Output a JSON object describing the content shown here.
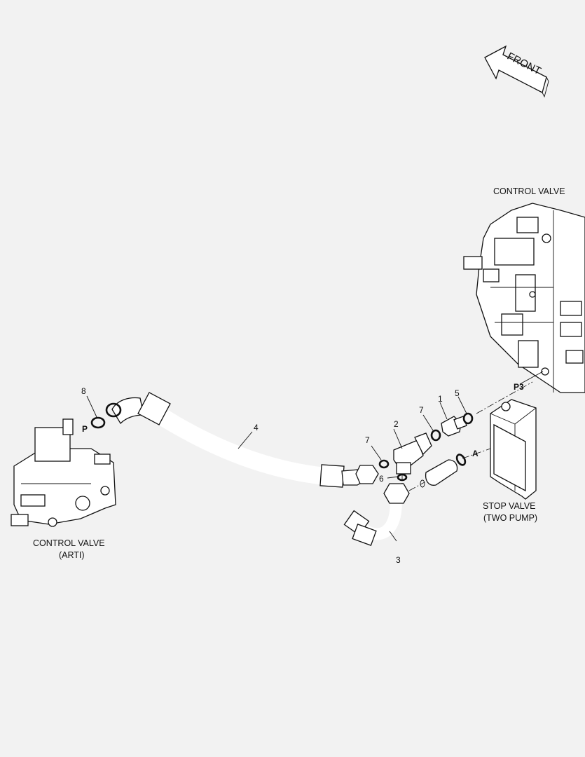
{
  "direction_label": "FRONT",
  "assemblies": {
    "main_valve": "CONTROL VALVE",
    "arti_valve_line1": "CONTROL VALVE",
    "arti_valve_line2": "(ARTI)",
    "stop_valve_line1": "STOP VALVE",
    "stop_valve_line2": "(TWO PUMP)"
  },
  "ports": {
    "p": "P",
    "p3": "P3",
    "a": "A"
  },
  "callouts": [
    "1",
    "2",
    "3",
    "4",
    "5",
    "6",
    "7",
    "7",
    "8"
  ]
}
